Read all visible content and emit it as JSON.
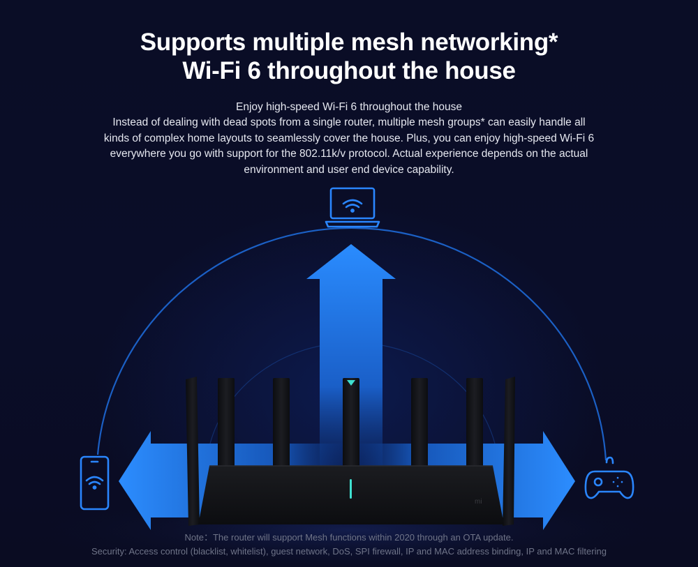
{
  "headline": {
    "line1": "Supports multiple mesh networking*",
    "line2": "Wi-Fi 6 throughout the house"
  },
  "body": {
    "line1": "Enjoy high-speed Wi-Fi 6 throughout the house",
    "line2": "Instead of dealing with dead spots from a single router, multiple mesh groups* can easily handle all",
    "line3": "kinds of complex home layouts to seamlessly cover the house. Plus, you can enjoy high-speed Wi-Fi 6",
    "line4": "everywhere you go with support for the 802.11k/v protocol. Actual experience depends on the actual",
    "line5": "environment and user end device capability."
  },
  "router": {
    "logo": "mi"
  },
  "footnotes": {
    "note": "Note：The router will support Mesh functions within 2020 through an OTA update.",
    "security": "Security: Access control (blacklist, whitelist), guest network, DoS, SPI firewall, IP and MAC address binding, IP and MAC filtering"
  },
  "icons": [
    "laptop-wifi-icon",
    "phone-wifi-icon",
    "gamepad-icon"
  ],
  "colors": {
    "background": "#0a0d26",
    "accent_blue": "#1e7bff",
    "arrow_blue": "#1f78e6",
    "router_body": "#121316",
    "indicator_teal": "#3fe0d0"
  }
}
